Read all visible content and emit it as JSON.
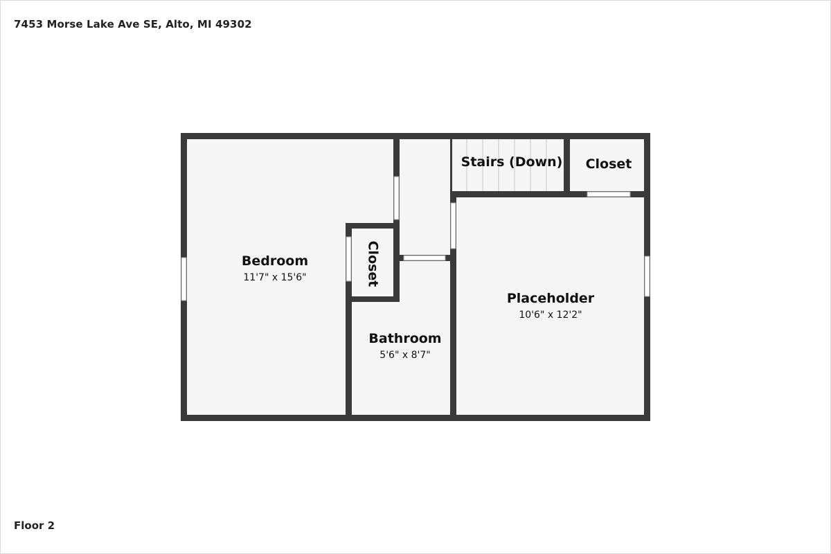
{
  "header": {
    "address": "7453 Morse Lake Ave SE, Alto, MI 49302"
  },
  "footer": {
    "floor_label": "Floor 2"
  },
  "colors": {
    "wall": "#3a3a3a",
    "floor": "#f5f5f5",
    "opening": "#ffffff",
    "text": "#111111"
  },
  "rooms": {
    "bedroom": {
      "name": "Bedroom",
      "dims": "11'7\" x 15'6\""
    },
    "closet_left": {
      "name": "Closet"
    },
    "bathroom": {
      "name": "Bathroom",
      "dims": "5'6\" x 8'7\""
    },
    "stairs": {
      "name": "Stairs (Down)"
    },
    "closet_top": {
      "name": "Closet"
    },
    "placeholder": {
      "name": "Placeholder",
      "dims": "10'6\" x 12'2\""
    }
  }
}
